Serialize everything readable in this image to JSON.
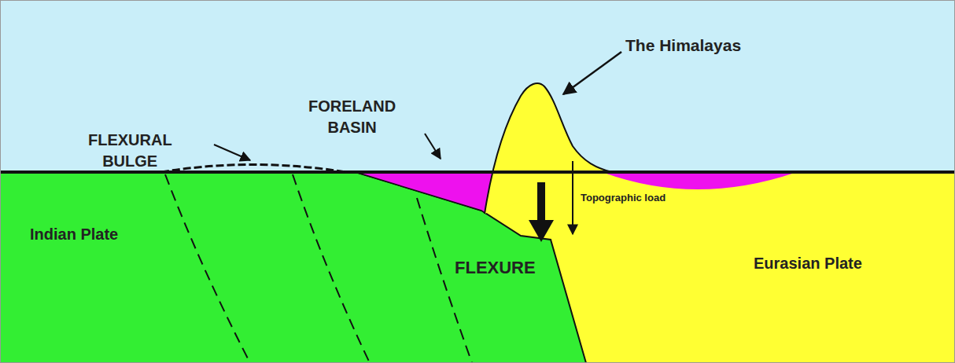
{
  "diagram": {
    "labels": [
      "FLEXURAL BULGE",
      "FORELAND BASIN",
      "The Himalayas",
      "Topographic load",
      "Indian Plate",
      "FLEXURE",
      "Eurasian Plate"
    ]
  }
}
